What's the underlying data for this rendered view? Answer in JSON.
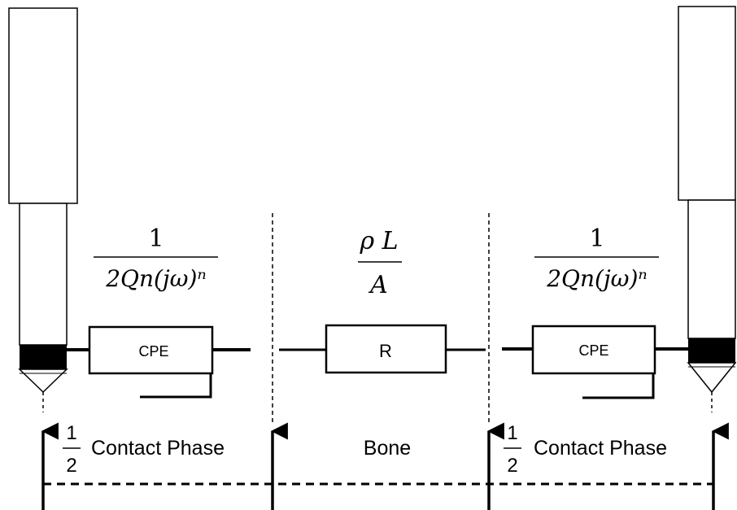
{
  "left_formula": {
    "numerator": "1",
    "denominator": "2Qn(jω)ⁿ"
  },
  "middle_formula": {
    "numerator": "ρ L",
    "denominator": "A"
  },
  "right_formula": {
    "numerator": "1",
    "denominator": "2Qn(jω)ⁿ"
  },
  "components": {
    "left_cpe": "CPE",
    "resistor": "R",
    "right_cpe": "CPE"
  },
  "regions": {
    "left_fraction": {
      "numerator": "1",
      "denominator": "2"
    },
    "left_label": "Contact Phase",
    "middle_label": "Bone",
    "right_fraction": {
      "numerator": "1",
      "denominator": "2"
    },
    "right_label": "Contact Phase"
  }
}
